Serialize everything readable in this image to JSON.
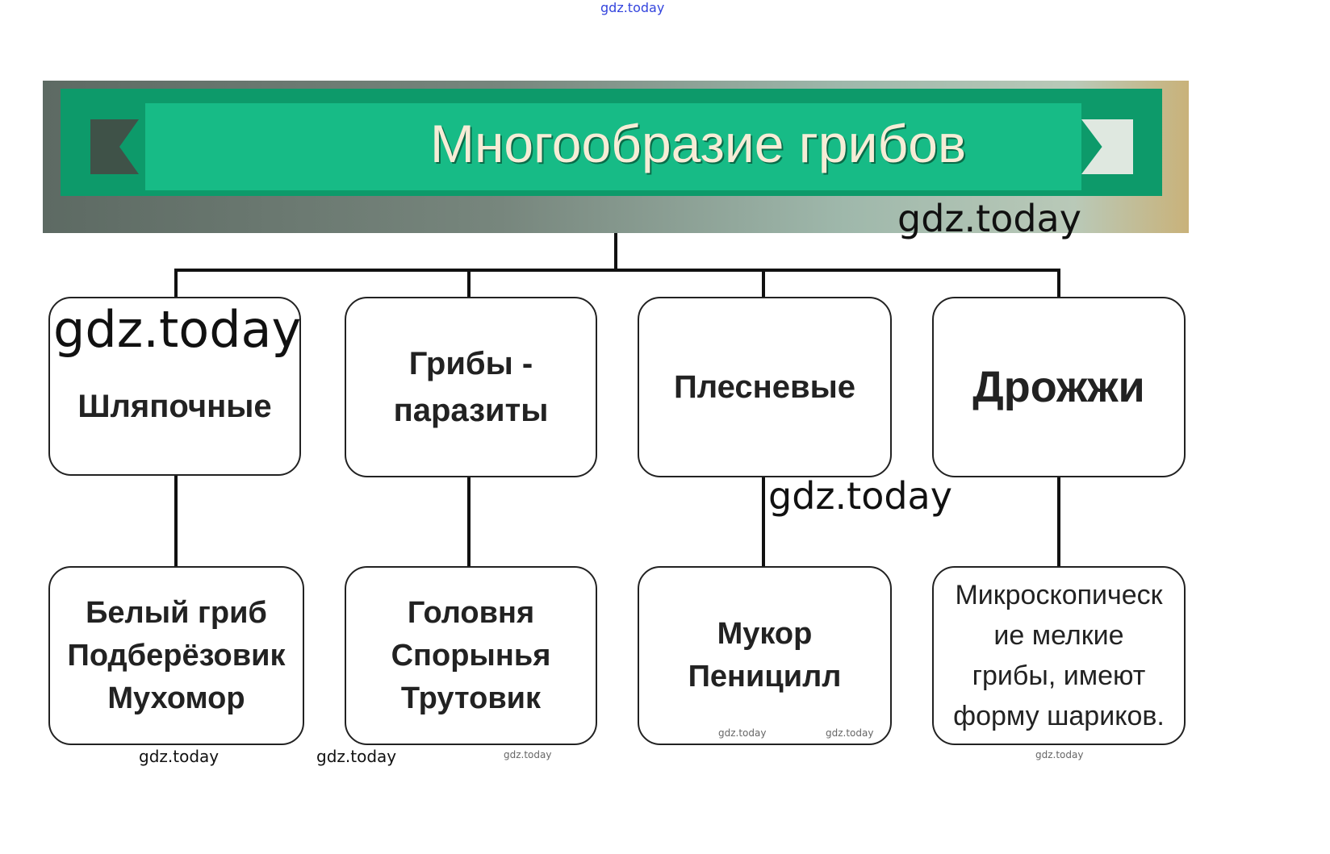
{
  "title": "Многообразие грибов",
  "watermark": "gdz.today",
  "categories": [
    {
      "label": "Шляпочные",
      "examples": "Белый гриб\nПодберёзовик\nМухомор"
    },
    {
      "label": "Грибы -\nпаразиты",
      "examples": "Головня\nСпорынья\nТрутовик"
    },
    {
      "label": "Плесневые",
      "examples": "Мукор\nПеницилл"
    },
    {
      "label": "Дрожжи",
      "examples": "Микроскопическ\nие мелкие\nгрибы, имеют\nформу шариков."
    }
  ],
  "colors": {
    "band": "#0d9a6a",
    "ribbon": "#17bb86",
    "title_text": "#f6ecd6"
  }
}
